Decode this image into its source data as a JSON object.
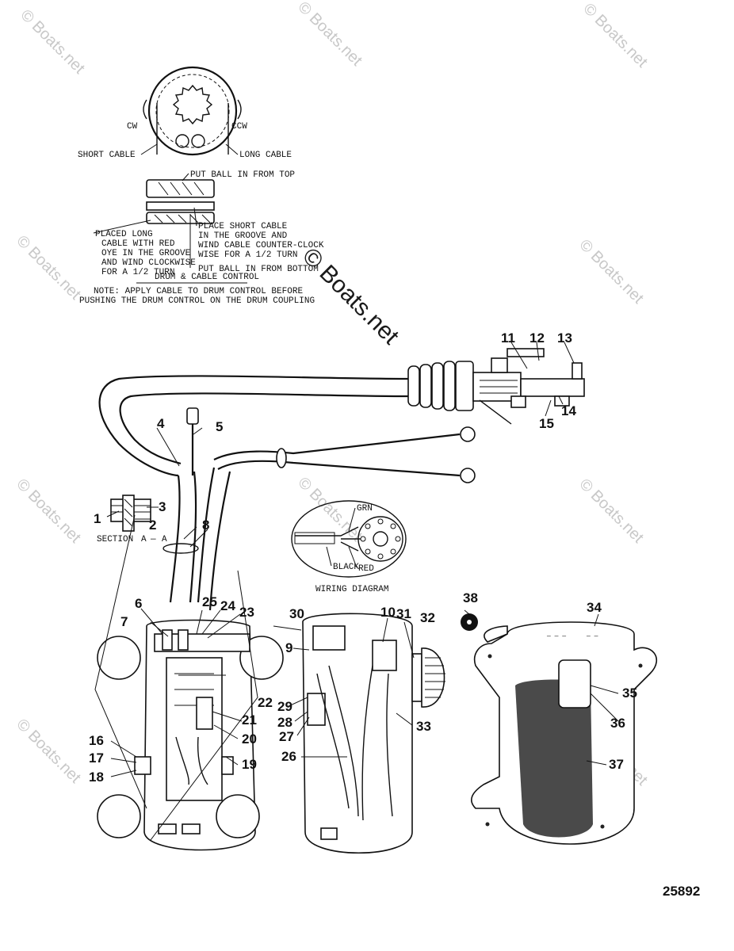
{
  "watermark": "© Boats.net",
  "drum_detail": {
    "cw": "CW",
    "ccw": "CCW",
    "short_cable": "SHORT CABLE",
    "long_cable": "LONG CABLE",
    "put_ball_top": "PUT BALL IN FROM TOP",
    "placed_long_1": "PLACED LONG",
    "placed_long_2": "CABLE WITH RED",
    "placed_long_3": "OYE IN THE GROOVE",
    "placed_long_4": "AND WIND CLOCKWISE",
    "placed_long_5": "FOR A 1/2 TURN",
    "place_short_1": "PLACE SHORT CABLE",
    "place_short_2": "IN THE GROOVE AND",
    "place_short_3": "WIND CABLE COUNTER-CLOCK",
    "place_short_4": "WISE FOR A 1/2 TURN",
    "put_ball_bottom": "PUT BALL IN FROM BOTTOM",
    "caption": "DRUM & CABLE CONTROL",
    "note_1": "NOTE: APPLY CABLE TO DRUM CONTROL BEFORE",
    "note_2": "PUSHING THE DRUM CONTROL ON THE DRUM COUPLING"
  },
  "section": {
    "label": "SECTION",
    "letter_a": "A",
    "dash": "—",
    "letter_b": "A"
  },
  "wiring": {
    "title": "WIRING DIAGRAM",
    "grn": "GRN",
    "black": "BLACK",
    "red": "RED"
  },
  "callouts": [
    "1",
    "2",
    "3",
    "4",
    "5",
    "6",
    "7",
    "8",
    "9",
    "10",
    "11",
    "12",
    "13",
    "14",
    "15",
    "16",
    "17",
    "18",
    "19",
    "20",
    "21",
    "22",
    "23",
    "24",
    "25",
    "26",
    "27",
    "28",
    "29",
    "30",
    "31",
    "32",
    "33",
    "34",
    "35",
    "36",
    "37",
    "38"
  ],
  "part_number": "25892"
}
